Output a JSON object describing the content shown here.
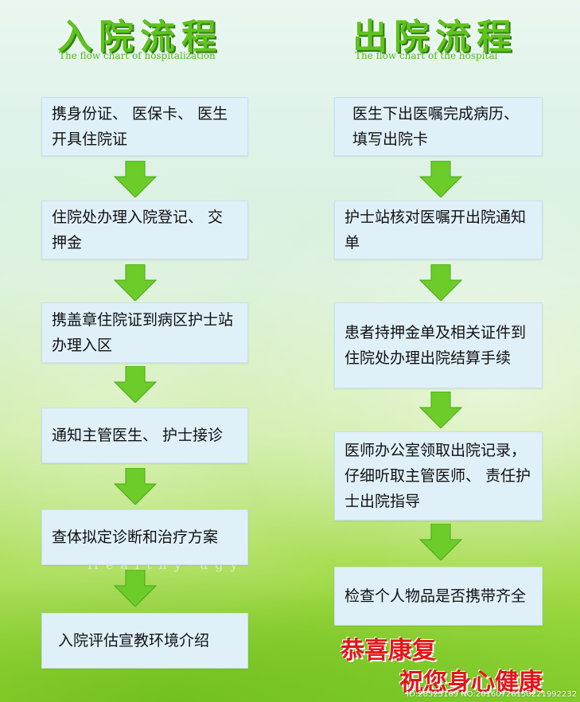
{
  "admission": {
    "title": "入院流程",
    "subtitle": "The flow chart of hospitalization",
    "steps": [
      "携身份证、 医保卡、 医生开具住院证",
      "住院处办理入院登记、 交押金",
      "携盖章住院证到病区护士站办理入区",
      "通知主管医生、 护士接诊",
      "查体拟定诊断和治疗方案",
      "入院评估宣教环境介绍"
    ]
  },
  "discharge": {
    "title": "出院流程",
    "subtitle": "The flow chart of the hospital",
    "steps": [
      "医生下出医嘱完成病历、 填写出院卡",
      "护士站核对医嘱开出院通知单",
      "患者持押金单及相关证件到住院处办理出院结算手续",
      "医师办公室领取出院记录， 仔细听取主管医师、 责任护士出院指导",
      "检查个人物品是否携带齐全"
    ]
  },
  "wish": {
    "line1": "恭喜康复",
    "line2": "祝您身心健康"
  },
  "background_text": "Healthy·ugy",
  "watermark": "ID:28525169 NO:20160726150221992232",
  "colors": {
    "title_green": "#5fc31f",
    "arrow_green": "#6ccd2a",
    "box_fill": "#dff0f8",
    "wish_red": "#e3161b"
  },
  "icons": {
    "arrow": "down-arrow-icon"
  }
}
